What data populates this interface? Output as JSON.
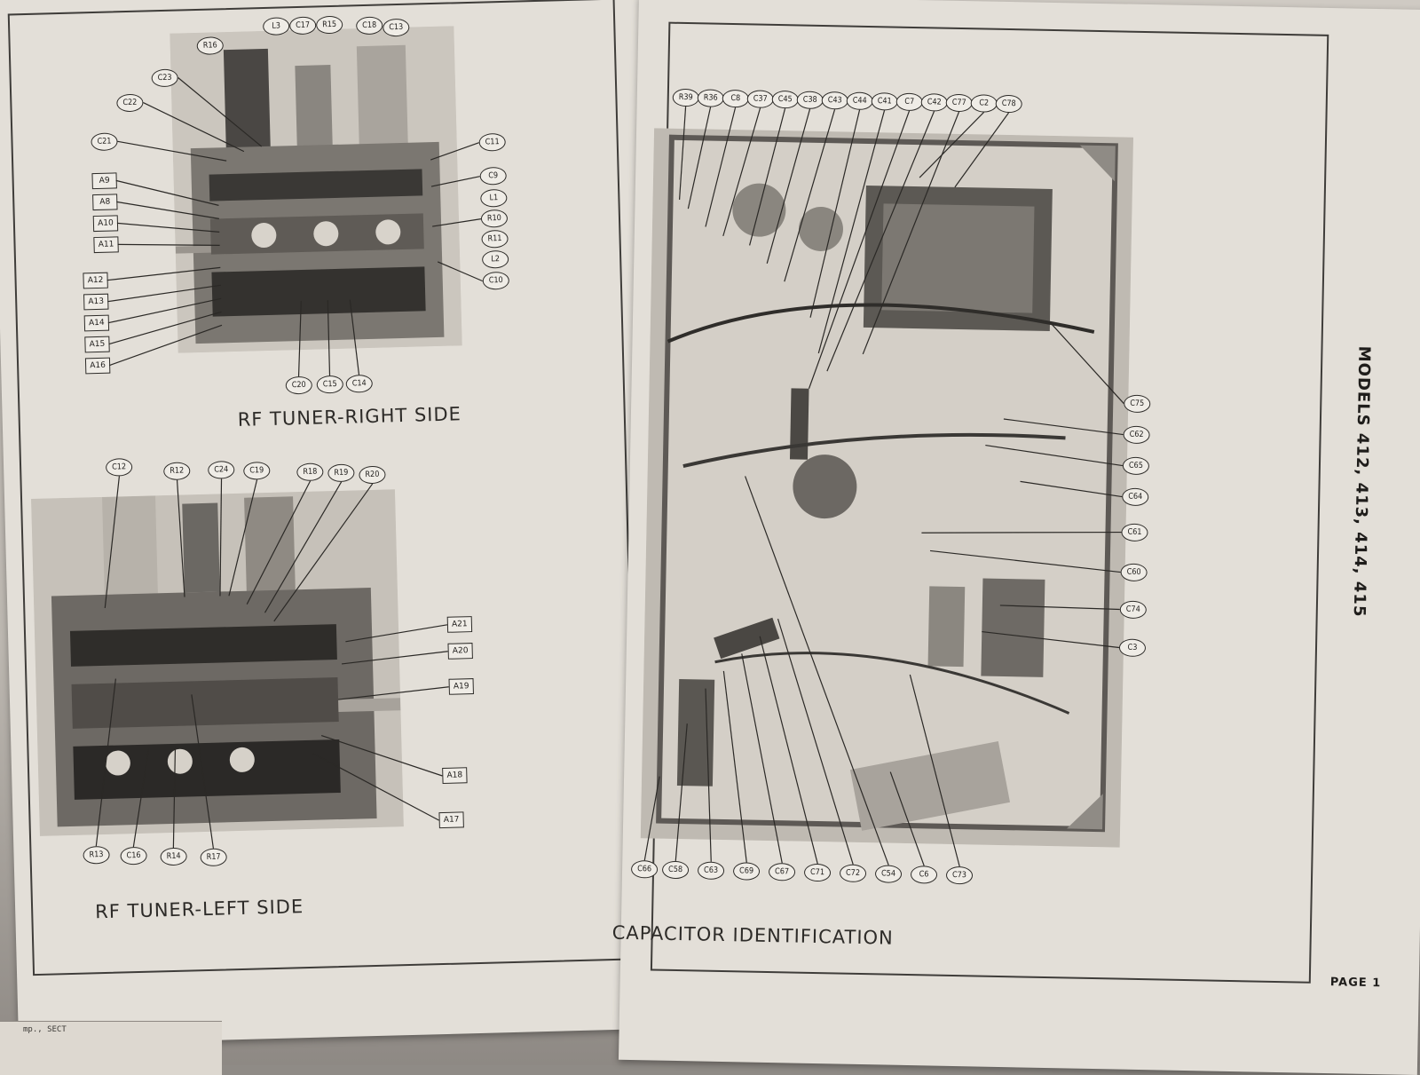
{
  "left_page": {
    "top_figure": {
      "caption": "RF TUNER-RIGHT SIDE",
      "callouts": [
        "R16",
        "L3",
        "C17",
        "R15",
        "C18",
        "C13",
        "C23",
        "C22",
        "C21",
        "C11",
        "C9",
        "L1",
        "R10",
        "R11",
        "L2",
        "C10",
        "C20",
        "C15",
        "C14"
      ],
      "box_labels": [
        "A9",
        "A8",
        "A10",
        "A11",
        "A12",
        "A13",
        "A14",
        "A15",
        "A16"
      ]
    },
    "bottom_figure": {
      "caption": "RF TUNER-LEFT SIDE",
      "callouts": [
        "C12",
        "R12",
        "C24",
        "C19",
        "R18",
        "R19",
        "R20",
        "R13",
        "C16",
        "R14",
        "R17"
      ],
      "box_labels": [
        "A21",
        "A20",
        "A19",
        "A18",
        "A17"
      ]
    },
    "scrap_text": "mp., SECT"
  },
  "right_page": {
    "figure": {
      "caption": "CAPACITOR IDENTIFICATION",
      "top_callouts": [
        "R39",
        "R36",
        "C8",
        "C37",
        "C45",
        "C38",
        "C43",
        "C44",
        "C41",
        "C7",
        "C42",
        "C77",
        "C2",
        "C78"
      ],
      "right_callouts": [
        "C75",
        "C62",
        "C65",
        "C64",
        "C61",
        "C60",
        "C74",
        "C3"
      ],
      "bottom_callouts": [
        "C66",
        "C58",
        "C63",
        "C69",
        "C67",
        "C71",
        "C72",
        "C54",
        "C6",
        "C73"
      ]
    },
    "side_header": "MODELS 412, 413, 414, 415",
    "page_label": "PAGE 1"
  }
}
